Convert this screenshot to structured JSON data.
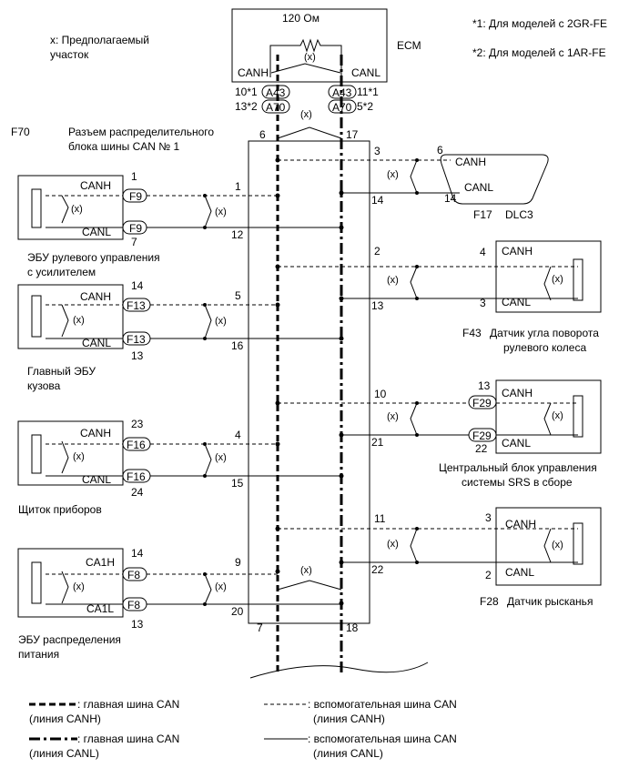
{
  "notes": {
    "x_note_line1": "x: Предполагаемый",
    "x_note_line2": "участок",
    "model1": "*1: Для моделей с 2GR-FE",
    "model2": "*2: Для моделей с 1AR-FE"
  },
  "ecm": {
    "resistor": "120 Ом",
    "label": "ECM",
    "canh": "CANH",
    "canl": "CANL",
    "x": "(x)",
    "pin_left_1": "10*1",
    "pin_left_2": "13*2",
    "pin_right_1": "11*1",
    "pin_right_2": "5*2",
    "conn_a43": "A43",
    "conn_a70": "A70"
  },
  "junction": {
    "id": "F70",
    "title_line1": "Разъем распределительного",
    "title_line2": "блока шины CAN № 1",
    "pin6": "6",
    "pin17": "17",
    "pin7": "7",
    "pin18": "18",
    "x": "(x)"
  },
  "ecus": {
    "steering": {
      "h": "CANH",
      "l": "CANL",
      "conn": "F9",
      "pin_h": "1",
      "pin_l": "7",
      "jh": "1",
      "jl": "12",
      "x": "(x)",
      "name_line1": "ЭБУ рулевого управления",
      "name_line2": "с усилителем"
    },
    "body": {
      "h": "CANH",
      "l": "CANL",
      "conn": "F13",
      "pin_h": "14",
      "pin_l": "13",
      "jh": "5",
      "jl": "16",
      "x": "(x)",
      "name_line1": "Главный ЭБУ",
      "name_line2": "кузова"
    },
    "meter": {
      "h": "CANH",
      "l": "CANL",
      "conn": "F16",
      "pin_h": "23",
      "pin_l": "24",
      "jh": "4",
      "jl": "15",
      "x": "(x)",
      "name_line1": "Щиток приборов"
    },
    "power": {
      "h": "CA1H",
      "l": "CA1L",
      "conn": "F8",
      "pin_h": "14",
      "pin_l": "13",
      "jh": "9",
      "jl": "20",
      "x": "(x)",
      "name_line1": "ЭБУ распределения",
      "name_line2": "питания"
    },
    "dlc3": {
      "h": "CANH",
      "l": "CANL",
      "pin_h": "6",
      "pin_l": "14",
      "jh": "3",
      "jl": "14",
      "x": "(x)",
      "id": "F17",
      "name": "DLC3"
    },
    "angle": {
      "h": "CANH",
      "l": "CANL",
      "pin_h": "4",
      "pin_l": "3",
      "jh": "2",
      "jl": "13",
      "x": "(x)",
      "id": "F43",
      "name_line1": "Датчик угла поворота",
      "name_line2": "рулевого колеса"
    },
    "srs": {
      "h": "CANH",
      "l": "CANL",
      "conn": "F29",
      "pin_h": "13",
      "pin_l": "22",
      "jh": "10",
      "jl": "21",
      "x": "(x)",
      "name_line1": "Центральный блок управления",
      "name_line2": "системы SRS в сборе"
    },
    "yaw": {
      "h": "CANH",
      "l": "CANL",
      "pin_h": "3",
      "pin_l": "2",
      "jh": "11",
      "jl": "22",
      "x": "(x)",
      "id": "F28",
      "name": "Датчик рысканья"
    }
  },
  "legend": {
    "main_h_line1": ": главная шина CAN",
    "main_h_line2": "(линия CANH)",
    "main_l_line1": ": главная шина CAN",
    "main_l_line2": "(линия CANL)",
    "aux_h_line1": ": вспомогательная шина CAN",
    "aux_h_line2": "(линия CANH)",
    "aux_l_line1": ": вспомогательная шина CAN",
    "aux_l_line2": "(линия CANL)"
  }
}
